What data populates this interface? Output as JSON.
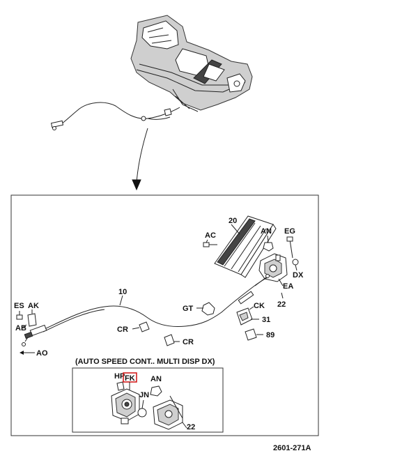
{
  "callouts": {
    "c20": "20",
    "ac": "AC",
    "an": "AN",
    "eg": "EG",
    "dx": "DX",
    "ea": "EA",
    "c22": "22",
    "c10": "10",
    "es": "ES",
    "ak": "AK",
    "ab": "AB",
    "ao": "AO",
    "gt": "GT",
    "ck": "CK",
    "c31": "31",
    "cr1": "CR",
    "cr2": "CR",
    "c89": "89"
  },
  "inset": {
    "title": "(AUTO SPEED CONT.. MULTI DISP DX)",
    "hp": "HP",
    "fk": "FK",
    "an": "AN",
    "jn": "JN",
    "c22": "22"
  },
  "diagram_code": "2601-271A",
  "colors": {
    "highlight": "#d21f1f",
    "ink": "#222222"
  }
}
